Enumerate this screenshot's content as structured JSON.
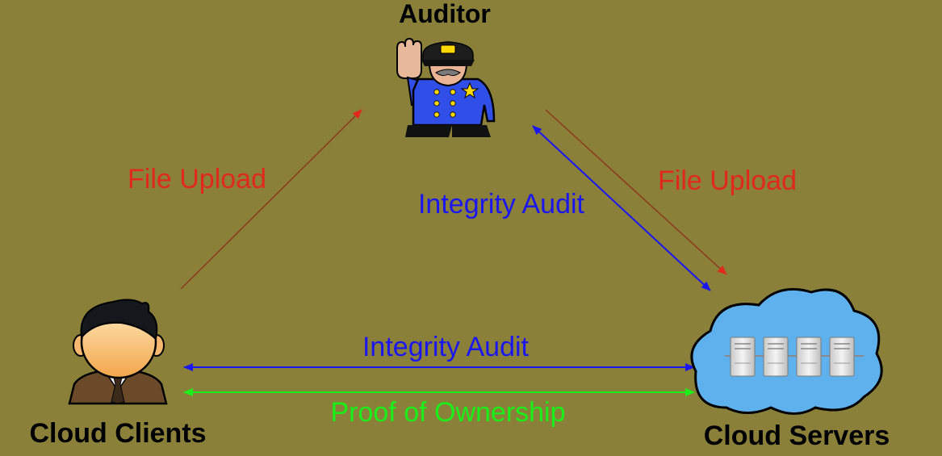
{
  "nodes": {
    "auditor": "Auditor",
    "clients": "Cloud Clients",
    "servers": "Cloud Servers"
  },
  "edges": {
    "file_upload_left": "File Upload",
    "file_upload_right": "File Upload",
    "integrity_audit_top": "Integrity Audit",
    "integrity_audit_bottom": "Integrity Audit",
    "proof_of_ownership": "Proof of Ownership"
  },
  "colors": {
    "background": "#8b8039",
    "file_upload": "#e0291c",
    "integrity_audit": "#1a16f0",
    "proof_of_ownership": "#19f019",
    "upload_line": "#8a3a1a",
    "node_text": "#000000"
  },
  "icons": {
    "auditor": "police-officer-icon",
    "clients": "businessman-icon",
    "servers": "server-cloud-icon"
  }
}
